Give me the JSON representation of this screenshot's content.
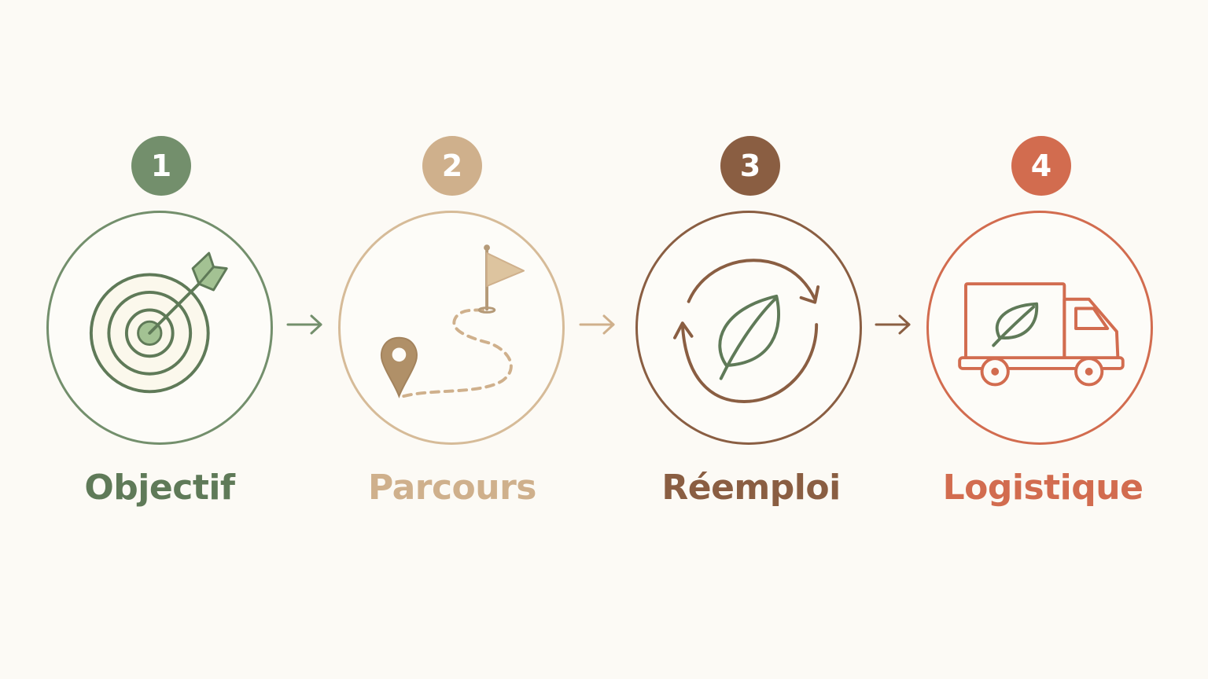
{
  "steps": [
    {
      "number": "1",
      "label": "Objectif",
      "icon": "target-arrow-icon",
      "color": "#738f6c"
    },
    {
      "number": "2",
      "label": "Parcours",
      "icon": "route-flag-icon",
      "color": "#cfb08c"
    },
    {
      "number": "3",
      "label": "Réemploi",
      "icon": "recycle-leaf-icon",
      "color": "#8a5e42"
    },
    {
      "number": "4",
      "label": "Logistique",
      "icon": "delivery-truck-icon",
      "color": "#d26c4f"
    }
  ],
  "arrows": [
    {
      "icon": "arrow-right-icon",
      "color": "#738f6c"
    },
    {
      "icon": "arrow-right-icon",
      "color": "#cfb08c"
    },
    {
      "icon": "arrow-right-icon",
      "color": "#8a5e42"
    }
  ]
}
